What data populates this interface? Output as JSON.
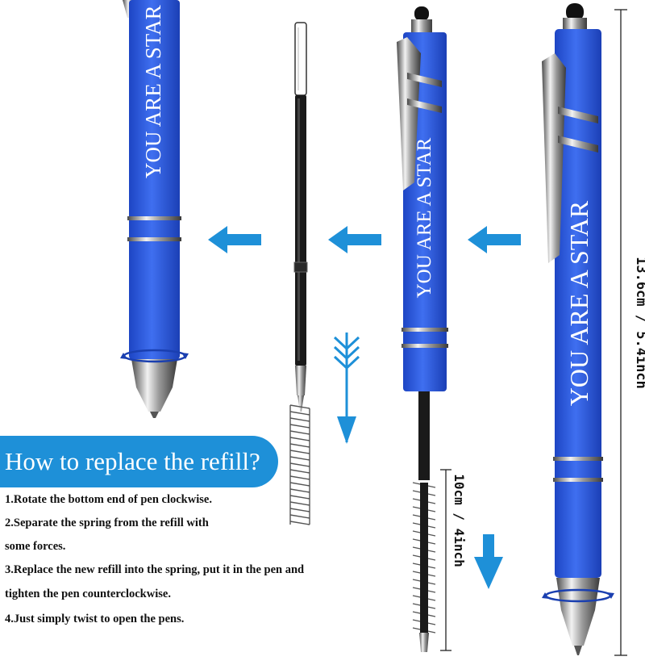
{
  "pens": {
    "left_text": "YOU ARE A STAR",
    "middle_text": "YOU ARE A STAR",
    "right_text": "YOU ARE A STAR"
  },
  "instructions": {
    "title": "How to replace the refill?",
    "steps": [
      "1.Rotate the bottom end of pen clockwise.",
      "2.Separate the spring from the refill with",
      "some forces.",
      "3.Replace the new refill into the spring, put it in the pen and",
      "tighten the pen counterclockwise.",
      "4.Just simply twist to open the pens."
    ]
  },
  "dimensions": {
    "total_length": "13.6cm / 5.4inch",
    "refill_length": "10cm / 4inch"
  },
  "colors": {
    "pen_blue": "#2e5fe0",
    "arrow_blue": "#1e90d8",
    "banner_blue": "#1e90d8"
  },
  "icons": {
    "left_arrow": "arrow-left-icon",
    "down_arrow": "arrow-down-icon",
    "rotate": "rotate-icon"
  }
}
